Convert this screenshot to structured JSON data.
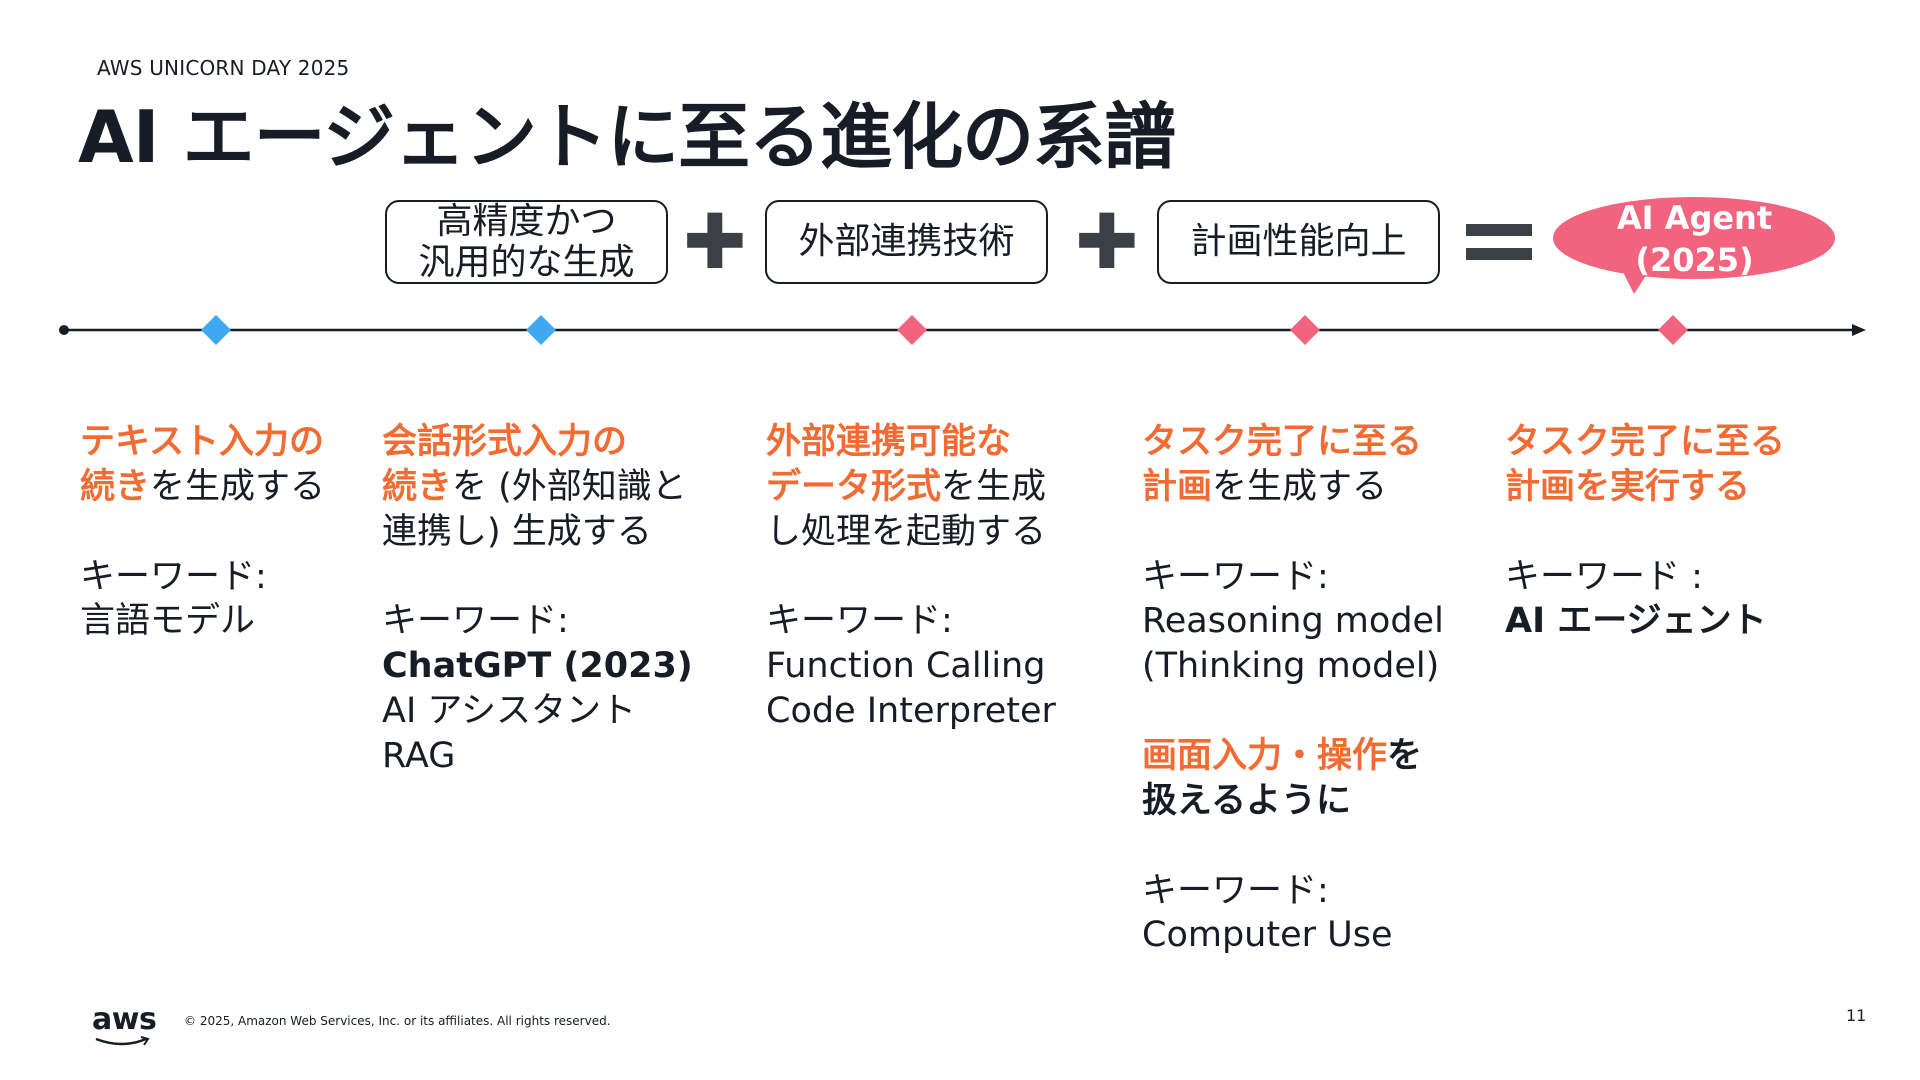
{
  "header": {
    "event_name": "AWS UNICORN DAY 2025",
    "title": "AI エージェントに至る進化の系譜"
  },
  "formula": {
    "box1": "高精度かつ\n汎用的な生成",
    "plus1": "✚",
    "box2": "外部連携技術",
    "plus2": "✚",
    "box3": "計画性能向上",
    "equals": "〓",
    "result": "AI Agent\n(2025)"
  },
  "colors": {
    "accent_orange": "#f26b33",
    "pink": "#f2637e",
    "blue": "#3ea8f0",
    "dark": "#161d26"
  },
  "columns": {
    "c1": {
      "line1_hl": "テキスト入力の",
      "line2_hl": "続き",
      "line2_rest": "を生成する",
      "kw_label": "キーワード:",
      "kw1": "言語モデル"
    },
    "c2": {
      "line1_hl": "会話形式入力の",
      "line2_hl": "続き",
      "line2_rest": "を (外部知識と",
      "line3": "連携し) 生成する",
      "kw_label": "キーワード:",
      "kw1": "ChatGPT (2023)",
      "kw2": "AI アシスタント",
      "kw3": "RAG"
    },
    "c3": {
      "line1_hl": "外部連携可能な",
      "line2_hl": "データ形式",
      "line2_rest": "を生成",
      "line3": "し処理を起動する",
      "kw_label": "キーワード:",
      "kw1": "Function Calling",
      "kw2": "Code Interpreter"
    },
    "c4": {
      "line1_hl": "タスク完了に至る",
      "line2_hl": "計画",
      "line2_rest": "を生成する",
      "kw_label": "キーワード:",
      "kw1": "Reasoning model",
      "kw2": "(Thinking model)",
      "extra_hl": "画面入力・操作",
      "extra_rest1": "を",
      "extra_rest2": "扱えるように",
      "kw_label2": "キーワード:",
      "kw3": "Computer Use"
    },
    "c5": {
      "line1_hl": "タスク完了に至る",
      "line2_hl": "計画を実行する",
      "kw_label": "キーワード :",
      "kw1": "AI エージェント"
    }
  },
  "footer": {
    "logo": "aws",
    "copyright": "© 2025, Amazon Web Services, Inc. or its affiliates. All rights reserved.",
    "page_number": "11"
  }
}
